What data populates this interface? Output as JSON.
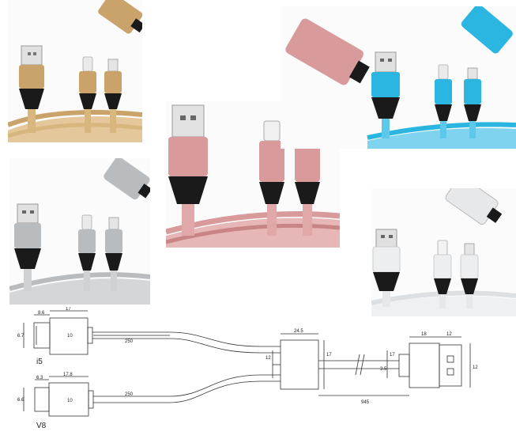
{
  "colors": {
    "gold": "#c9a36a",
    "gold_dark": "#9b7b47",
    "pink": "#d89a9a",
    "pink_dark": "#b06e70",
    "blue": "#2ab6e0",
    "blue_dark": "#138fb8",
    "silver": "#b9bcbf",
    "silver_dark": "#8c8f92",
    "white_cable": "#dde0e3",
    "metal": "#d6d6d6",
    "black": "#1a1a1a",
    "line": "#333333"
  },
  "panels": [
    {
      "name": "gold",
      "variant": "gold"
    },
    {
      "name": "pink",
      "variant": "pink"
    },
    {
      "name": "blue",
      "variant": "blue"
    },
    {
      "name": "silver",
      "variant": "silver"
    },
    {
      "name": "white",
      "variant": "white"
    }
  ],
  "drawing": {
    "i5": {
      "label": "i5",
      "dim_head_w": "8.6",
      "dim_body_w": "17",
      "dim_head_h": "6.7",
      "dim_body_h": "10",
      "dim_len": "250"
    },
    "v8": {
      "label": "V8",
      "dim_head_w": "6.3",
      "dim_body_w": "17.8",
      "dim_head_h": "6.6",
      "dim_body_h": "10",
      "dim_len": "250"
    },
    "splitter": {
      "dim_w": "24.5",
      "dim_in": "12",
      "dim_h": "17"
    },
    "usb": {
      "dim_cable": "17",
      "dim_cable2": "3.5",
      "dim_body": "18",
      "dim_head": "12",
      "dim_h": "12"
    },
    "total_len": "945"
  }
}
